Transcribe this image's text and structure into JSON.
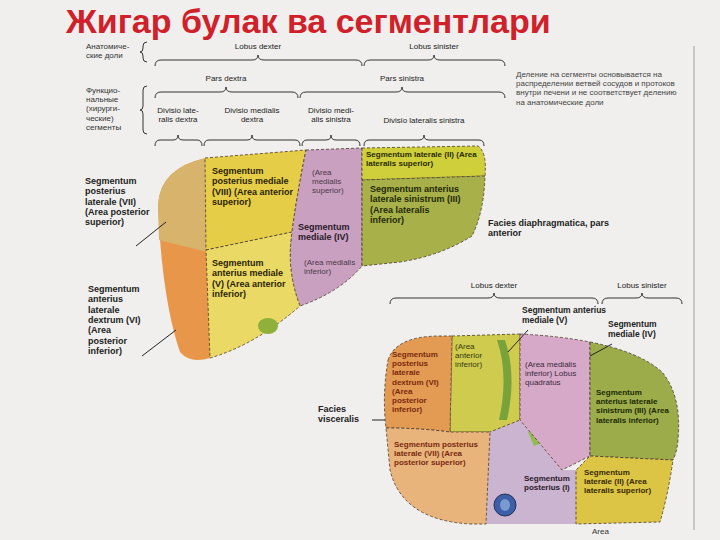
{
  "diagram": {
    "title": "Жигар булак ва сегментлари",
    "nodes": [
      {
        "text": [
          "Segmentum posterius mediale (VIII) (Area anterior superior)"
        ]
      },
      {
        "text": [
          "(Area medialis superior)",
          "Segmentum mediale (IV)",
          "(Area medialis inferior)"
        ]
      },
      {
        "text": [
          "Segmentum laterale (II) (Area lateralis superior)"
        ]
      },
      {
        "text": [
          "Segmentum anterius laterale sinistrum (III) (Area lateralis inferior)"
        ]
      },
      {
        "text": [
          "Segmentum anterius mediale (V) (Area anterior inferior)"
        ]
      },
      {
        "text": [
          "(Area anterior inferior)"
        ]
      },
      {
        "text": [
          "Segmentum posterius laterale dextrum (VI) (Area posterior inferior)"
        ]
      },
      {
        "text": [
          "(Area medialis inferior) Lobus quadratus"
        ]
      },
      {
        "text": [
          "Segmentum anterius laterale sinistrum (III) (Area lateralis inferior)"
        ]
      },
      {
        "text": [
          "Segmentum posterius laterale (VII) (Area posterior superior)"
        ]
      },
      {
        "text": [
          "Segmentum laterale (II) (Area lateralis superior)"
        ]
      }
    ],
    "labels": [
      "Анатомиче- ские доли",
      "Функцио- нальные (хирурги- ческие) сегменты",
      "Lobus dexter",
      "Lobus sinister",
      "Pars dextra",
      "Pars sinistra",
      "Divisio late- ralis dextra",
      "Divisio medialis dextra",
      "Divisio medi- alis sinistra",
      "Divisio lateralis sinistra",
      "Деление на сегменты основывается на распределении ветвей сосудов и протоков внутри печени и не соответствует делению на анатомические доли",
      "Segmentum posterius laterale (VII) (Area posterior superior)",
      "Segmentum anterius laterale dextrum (VI) (Area posterior inferior)",
      "Facies diaphragmatica, pars anterior",
      "Facies visceralis",
      "Lobus dexter",
      "Lobus sinister",
      "Segmentum anterius mediale (V)",
      "Segmentum mediale (IV)",
      "Segmentum posterius (I)",
      "Area"
    ]
  }
}
